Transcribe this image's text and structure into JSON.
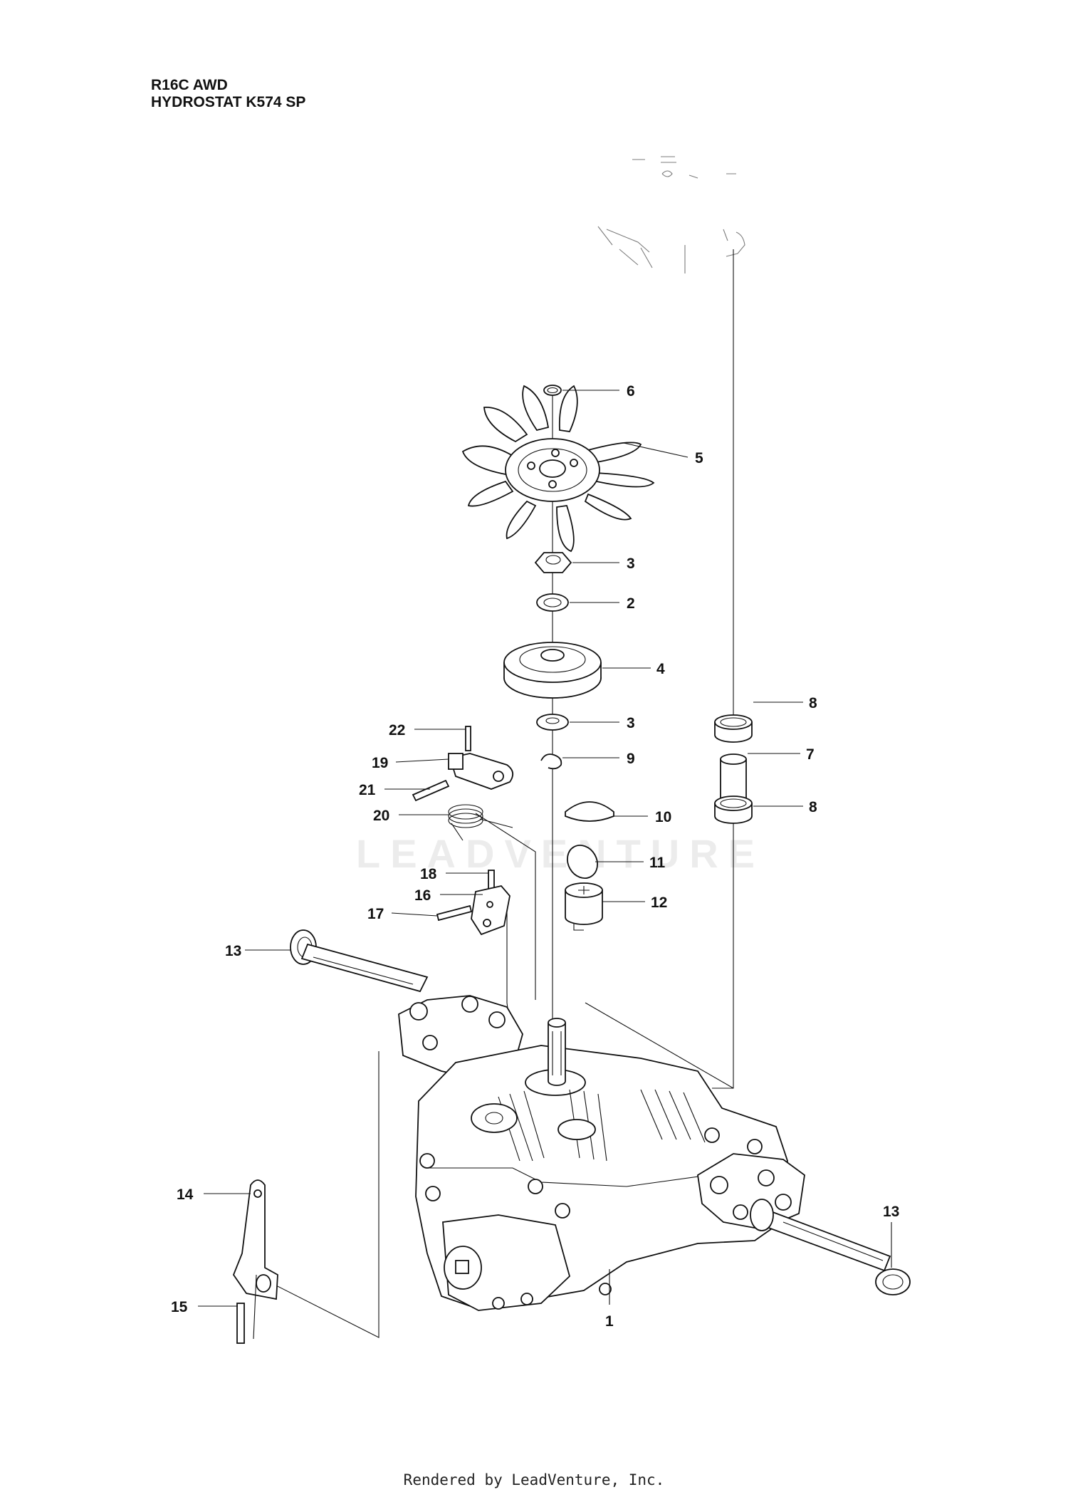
{
  "title": {
    "line1": "R16C AWD",
    "line2": "HYDROSTAT K574 SP"
  },
  "watermark": "LEADVENTURE",
  "footer": "Rendered by LeadVenture, Inc.",
  "callouts": [
    {
      "id": "c6",
      "label": "6"
    },
    {
      "id": "c5",
      "label": "5"
    },
    {
      "id": "c3a",
      "label": "3"
    },
    {
      "id": "c2",
      "label": "2"
    },
    {
      "id": "c4",
      "label": "4"
    },
    {
      "id": "c8a",
      "label": "8"
    },
    {
      "id": "c3b",
      "label": "3"
    },
    {
      "id": "c22",
      "label": "22"
    },
    {
      "id": "c19",
      "label": "19"
    },
    {
      "id": "c7",
      "label": "7"
    },
    {
      "id": "c9",
      "label": "9"
    },
    {
      "id": "c21",
      "label": "21"
    },
    {
      "id": "c8b",
      "label": "8"
    },
    {
      "id": "c10",
      "label": "10"
    },
    {
      "id": "c20",
      "label": "20"
    },
    {
      "id": "c11",
      "label": "11"
    },
    {
      "id": "c18",
      "label": "18"
    },
    {
      "id": "c16",
      "label": "16"
    },
    {
      "id": "c12",
      "label": "12"
    },
    {
      "id": "c17",
      "label": "17"
    },
    {
      "id": "c13a",
      "label": "13"
    },
    {
      "id": "c14",
      "label": "14"
    },
    {
      "id": "c13b",
      "label": "13"
    },
    {
      "id": "c15",
      "label": "15"
    },
    {
      "id": "c1",
      "label": "1"
    }
  ]
}
